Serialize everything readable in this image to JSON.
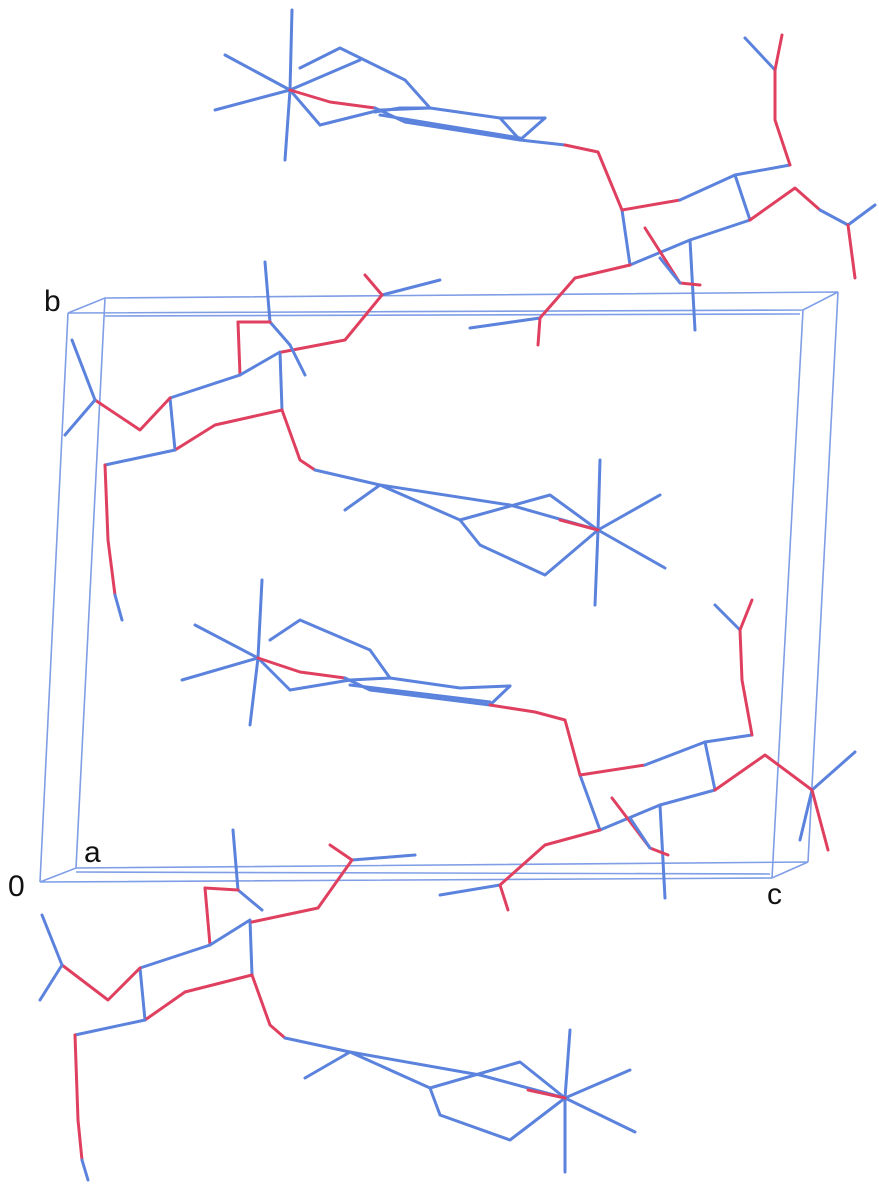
{
  "figure": {
    "axis_labels": {
      "b": "b",
      "a": "a",
      "origin": "0",
      "c": "c"
    },
    "colors": {
      "carbon_bond": "#5b82dc",
      "oxygen_bond": "#e04060",
      "metal_bond": "#1a1a40",
      "unit_cell": "#7f9ee6",
      "background": "#ffffff",
      "label_text": "#111111"
    }
  }
}
